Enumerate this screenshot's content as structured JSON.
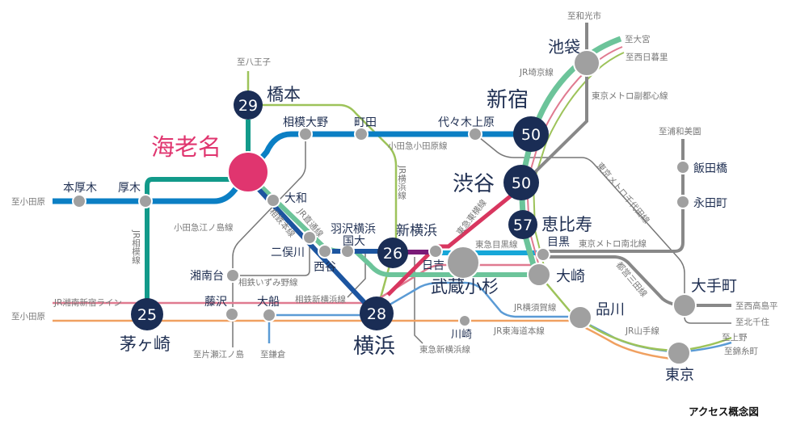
{
  "caption": "アクセス概念図",
  "colors": {
    "odakyu": "#0b7fc4",
    "sagami": "#129a8a",
    "jrdirect": "#6cc49a",
    "sotetsu": "#1c55a0",
    "yokohama": "#9dc35a",
    "toyoko": "#d8365f",
    "meguro": "#17a7d8",
    "shinyoko": "#7a1b78",
    "shonan": "#e07a90",
    "tokaido": "#f0a060",
    "yokosuka": "#5b9bd5",
    "metro": "#888888",
    "home": "#e0356f",
    "badge": "#1a2d55"
  },
  "home": {
    "name": "海老名"
  },
  "stations": {
    "hashimoto": {
      "name": "橋本",
      "minutes": "29"
    },
    "shinjuku": {
      "name": "新宿",
      "minutes": "50"
    },
    "shibuya": {
      "name": "渋谷",
      "minutes": "50"
    },
    "ebisu": {
      "name": "恵比寿",
      "minutes": "57"
    },
    "shinyokohama": {
      "name": "新横浜",
      "minutes": "26"
    },
    "yokohama": {
      "name": "横浜",
      "minutes": "28"
    },
    "chigasaki": {
      "name": "茅ヶ崎",
      "minutes": "25"
    },
    "ikebukuro": {
      "name": "池袋"
    },
    "sagamiono": {
      "name": "相模大野"
    },
    "machida": {
      "name": "町田"
    },
    "yoyogiuehara": {
      "name": "代々木上原"
    },
    "honatsugi": {
      "name": "本厚木"
    },
    "atsugi": {
      "name": "厚木"
    },
    "yamato": {
      "name": "大和"
    },
    "futamatagawa": {
      "name": "二俣川"
    },
    "nishiya": {
      "name": "西谷"
    },
    "hazawa": {
      "name": "羽沢横浜",
      "name2": "国大"
    },
    "shonandai": {
      "name": "湘南台"
    },
    "fujisawa": {
      "name": "藤沢"
    },
    "ofuna": {
      "name": "大船"
    },
    "hiyoshi": {
      "name": "日吉"
    },
    "musashikosugi": {
      "name": "武蔵小杉"
    },
    "meguro": {
      "name": "目黒"
    },
    "osaki": {
      "name": "大崎"
    },
    "shinagawa": {
      "name": "品川"
    },
    "kawasaki": {
      "name": "川崎"
    },
    "tokyo": {
      "name": "東京"
    },
    "otemachi": {
      "name": "大手町"
    },
    "iidabashi": {
      "name": "飯田橋"
    },
    "nagatacho": {
      "name": "永田町"
    }
  },
  "lines": {
    "odakyu_odawara": "小田急小田原線",
    "odakyu_enoshima": "小田急江ノ島線",
    "jr_sagami": "JR相模線",
    "jr_yokohama": "JR横浜線",
    "jr_direct": "JR直通線",
    "sotetsu_main": "相鉄本線",
    "sotetsu_izumino": "相鉄いずみ野線",
    "sotetsu_shinyoko": "相鉄新横浜線",
    "jr_shonan": "JR湘南新宿ライン",
    "jr_saikyo": "JR埼京線",
    "metro_fukutoshin": "東京メトロ副都心線",
    "metro_chiyoda": "東京メトロ千代田線",
    "metro_nanboku": "東京メトロ南北線",
    "toei_mita": "都営三田線",
    "tokyu_toyoko": "東急東横線",
    "tokyu_meguro": "東急目黒線",
    "tokyu_shinyoko": "東急新横浜線",
    "jr_yokosuka": "JR横須賀線",
    "jr_tokaido": "JR東海道本線",
    "jr_yamanote": "JR山手線"
  },
  "destinations": {
    "hachioji": "至八王子",
    "odawara1": "至小田原",
    "odawara2": "至小田原",
    "wakoshi": "至和光市",
    "omiya": "至大宮",
    "nishinippori": "至西日暮里",
    "urawamisono": "至浦和美園",
    "katase": "至片瀬江ノ島",
    "kamakura": "至鎌倉",
    "nishitakashimadaira": "至西高島平",
    "kitasenju": "至北千住",
    "ueno": "至上野",
    "kinshicho": "至錦糸町"
  }
}
